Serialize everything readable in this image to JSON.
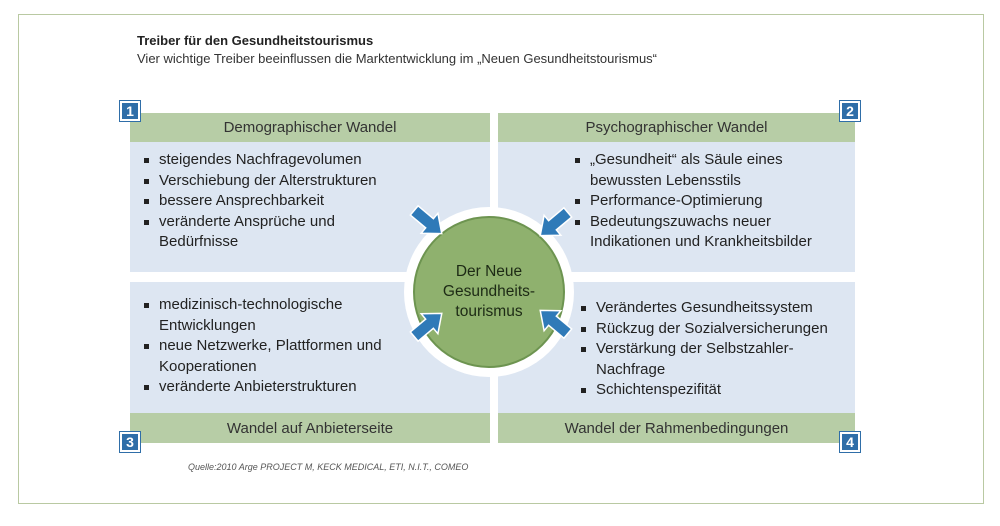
{
  "header": {
    "title": "Treiber für den Gesundheitstourismus",
    "subtitle": "Vier wichtige Treiber beeinflussen die Marktentwicklung im „Neuen Gesundheitstourismus“"
  },
  "center": {
    "line1": "Der Neue",
    "line2": "Gesundheits-",
    "line3": "tourismus"
  },
  "quadrants": [
    {
      "number": "1",
      "label": "Demographischer Wandel",
      "items": [
        "steigendes Nachfragevolumen",
        "Verschiebung der Alterstrukturen",
        "bessere Ansprechbarkeit",
        "veränderte Ansprüche und Bedürfnisse"
      ]
    },
    {
      "number": "2",
      "label": "Psychographischer Wandel",
      "items": [
        "„Gesundheit“ als Säule eines bewussten Lebensstils",
        "Performance-Optimierung",
        "Bedeutungszuwachs neuer Indikationen und Krankheitsbilder"
      ]
    },
    {
      "number": "3",
      "label": "Wandel auf Anbieterseite",
      "items": [
        "medizinisch-technologische Entwicklungen",
        "neue Netzwerke, Plattformen und Kooperationen",
        "veränderte Anbieterstrukturen"
      ]
    },
    {
      "number": "4",
      "label": "Wandel der Rahmenbedingungen",
      "items": [
        "Verändertes Gesundheitssystem",
        "Rückzug der Sozialversicherungen",
        "Verstärkung der Selbstzahler-Nachfrage",
        "Schichtenspezifität"
      ]
    }
  ],
  "source": "Quelle:2010 Arge PROJECT M, KECK MEDICAL, ETI, N.I.T., COMEO",
  "colors": {
    "quadrant_fill": "#dde6f2",
    "band_fill": "#b7cda6",
    "center_fill": "#8fb16e",
    "number_badge": "#2f6ea8",
    "arrow": "#2f7ab8"
  }
}
